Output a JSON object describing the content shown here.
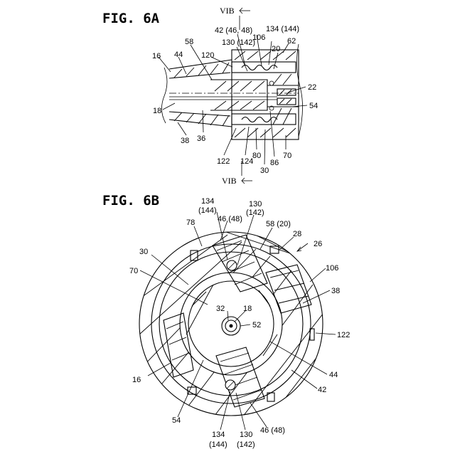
{
  "figure_a": {
    "title": "FIG. 6A",
    "section_top": "VIB",
    "section_bottom": "VIB",
    "labels": {
      "l42": "42 (46, 48)",
      "l134": "134 (144)",
      "l130": "130 (142)",
      "l106": "106",
      "l20": "20",
      "l62": "62",
      "l58": "58",
      "l120": "120",
      "l16": "16",
      "l44": "44",
      "l22": "22",
      "l18": "18",
      "l54": "54",
      "l38": "38",
      "l36": "36",
      "l122": "122",
      "l124": "124",
      "l80": "80",
      "l30": "30",
      "l86": "86",
      "l70": "70"
    }
  },
  "figure_b": {
    "title": "FIG. 6B",
    "labels": {
      "l134a": "134",
      "l144a": "(144)",
      "l130a": "130",
      "l142a": "(142)",
      "l46a": "46 (48)",
      "l58": "58 (20)",
      "l78": "78",
      "l28": "28",
      "l26": "26",
      "l30": "30",
      "l106": "106",
      "l70": "70",
      "l38": "38",
      "l32": "32",
      "l18": "18",
      "l52": "52",
      "l122": "122",
      "l44": "44",
      "l16": "16",
      "l42": "42",
      "l54": "54",
      "l134b": "134",
      "l144b": "(144)",
      "l130b": "130",
      "l142b": "(142)",
      "l46b": "46 (48)"
    }
  }
}
